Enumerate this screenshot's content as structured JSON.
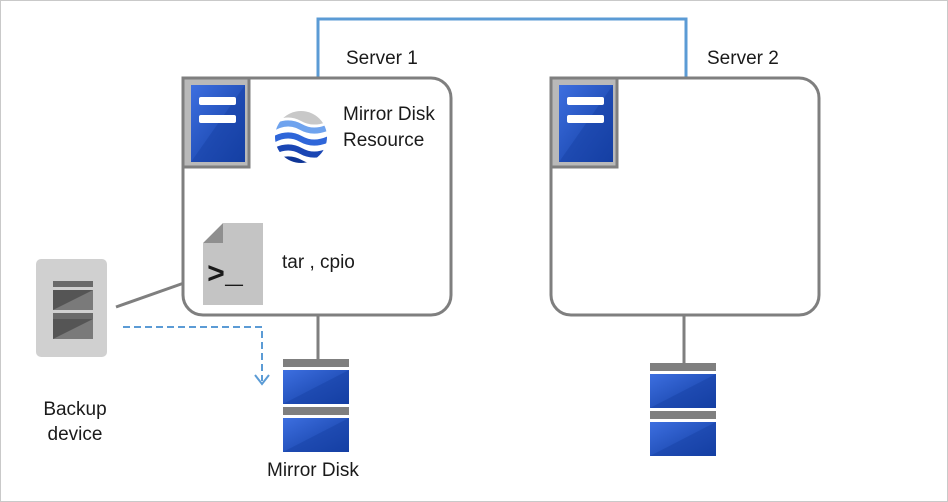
{
  "servers": [
    {
      "label": "Server 1"
    },
    {
      "label": "Server 2"
    }
  ],
  "mirror_resource": {
    "label": "Mirror Disk Resource"
  },
  "script_file": {
    "label": "tar , cpio",
    "glyph": ">_"
  },
  "backup_device": {
    "label": "Backup device"
  },
  "mirror_disk": {
    "label": "Mirror Disk"
  },
  "colors": {
    "server_outline": "#7f7f7f",
    "network_line": "#5b9bd5",
    "server_blue": "#1f4eb4",
    "disk_blue": "#1b46b0",
    "backup_gray": "#d0d0d0",
    "file_gray": "#c4c4c4"
  }
}
